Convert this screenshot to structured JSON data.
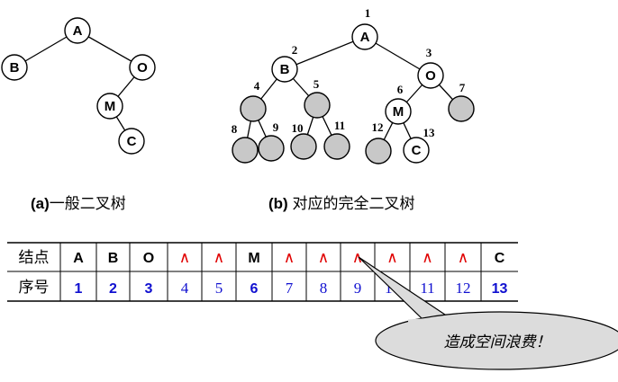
{
  "tree_a": {
    "caption_prefix": "(a)",
    "caption_text": "一般二叉树",
    "nodes": [
      {
        "label": "A"
      },
      {
        "label": "B"
      },
      {
        "label": "O"
      },
      {
        "label": "M"
      },
      {
        "label": "C"
      }
    ]
  },
  "tree_b": {
    "caption_prefix": "(b)",
    "caption_text": " 对应的完全二叉树",
    "nodes": [
      {
        "label": "A",
        "index": "1",
        "filled": false
      },
      {
        "label": "B",
        "index": "2",
        "filled": false
      },
      {
        "label": "O",
        "index": "3",
        "filled": false
      },
      {
        "label": "",
        "index": "4",
        "filled": true
      },
      {
        "label": "",
        "index": "5",
        "filled": true
      },
      {
        "label": "M",
        "index": "6",
        "filled": false
      },
      {
        "label": "",
        "index": "7",
        "filled": true
      },
      {
        "label": "",
        "index": "8",
        "filled": true
      },
      {
        "label": "",
        "index": "9",
        "filled": true
      },
      {
        "label": "",
        "index": "10",
        "filled": true
      },
      {
        "label": "",
        "index": "11",
        "filled": true
      },
      {
        "label": "",
        "index": "12",
        "filled": true
      },
      {
        "label": "C",
        "index": "13",
        "filled": false
      }
    ]
  },
  "table": {
    "row1_header": "结点",
    "row2_header": "序号",
    "cells": [
      {
        "node": "A",
        "index": "1",
        "empty": false
      },
      {
        "node": "B",
        "index": "2",
        "empty": false
      },
      {
        "node": "O",
        "index": "3",
        "empty": false
      },
      {
        "node": "∧",
        "index": "4",
        "empty": true
      },
      {
        "node": "∧",
        "index": "5",
        "empty": true
      },
      {
        "node": "M",
        "index": "6",
        "empty": false
      },
      {
        "node": "∧",
        "index": "7",
        "empty": true
      },
      {
        "node": "∧",
        "index": "8",
        "empty": true
      },
      {
        "node": "∧",
        "index": "9",
        "empty": true
      },
      {
        "node": "∧",
        "index": "10",
        "empty": true
      },
      {
        "node": "∧",
        "index": "11",
        "empty": true
      },
      {
        "node": "∧",
        "index": "12",
        "empty": true
      },
      {
        "node": "C",
        "index": "13",
        "empty": false
      }
    ]
  },
  "callout": {
    "text": "造成空间浪费！"
  },
  "colors": {
    "empty_marker": "#e00000",
    "index_blue": "#1010d0",
    "gray_node": "#c8c8c8"
  }
}
